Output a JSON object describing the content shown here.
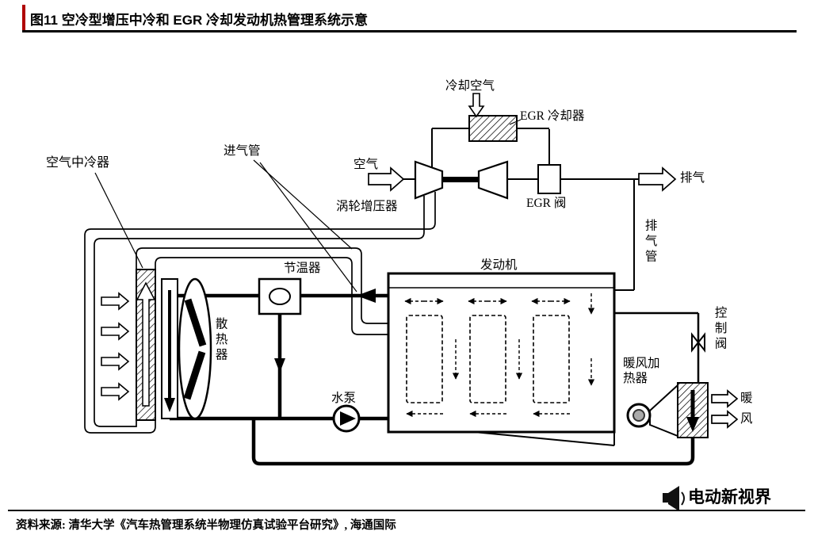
{
  "title": "图11 空冷型增压中冷和 EGR 冷却发动机热管理系统示意",
  "source_line": "资料来源: 清华大学《汽车热管理系统半物理仿真试验平台研究》, 海通国际",
  "watermark": "电动新视界",
  "colors": {
    "accent": "#b00000",
    "line": "#000000"
  },
  "labels": {
    "cooling_air": "冷却空气",
    "egr_cooler": "EGR 冷却器",
    "air_in": "空气",
    "turbocharger": "涡轮增压器",
    "egr_valve": "EGR 阀",
    "exhaust_out": "排气",
    "intercooler": "空气中冷器",
    "intake_pipe": "进气管",
    "thermostat": "节温器",
    "engine": "发动机",
    "radiator": "散热器",
    "exhaust_pipe": "排气管",
    "control_valve": "控制阀",
    "water_pump": "水泵",
    "heater_core": "暖风加热器",
    "warm_air_1": "暖",
    "warm_air_2": "风"
  }
}
